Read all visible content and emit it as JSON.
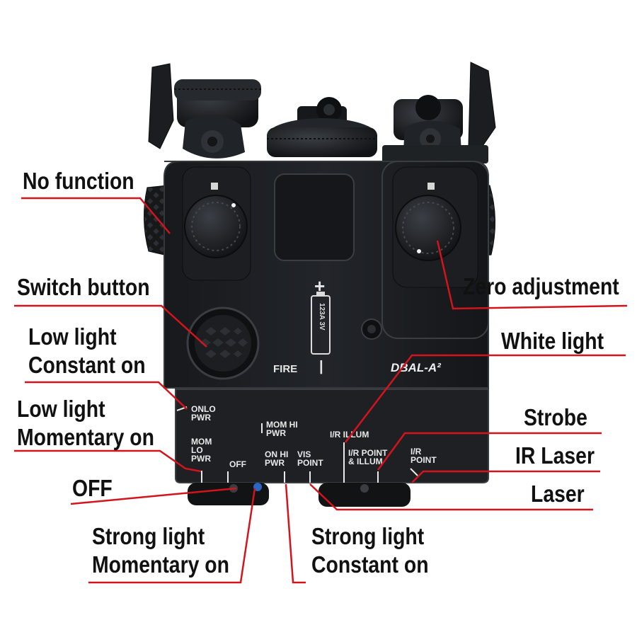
{
  "colors": {
    "leader": "#d3141c",
    "device": "#1a1c1f",
    "device_edge": "#34373b",
    "marking": "#e9e9e9"
  },
  "callouts": {
    "no_function": [
      "No function"
    ],
    "switch_button": [
      "Switch button"
    ],
    "low_const": [
      "Low light",
      "Constant on"
    ],
    "low_mom": [
      "Low light",
      "Momentary on"
    ],
    "off": [
      "OFF"
    ],
    "strong_mom": [
      "Strong light",
      "Momentary on"
    ],
    "strong_const": [
      "Strong light",
      "Constant on"
    ],
    "zero_adjust": [
      "Zero adjustment"
    ],
    "white_light": [
      "White light"
    ],
    "strobe": [
      "Strobe"
    ],
    "ir_laser": [
      "IR Laser"
    ],
    "laser": [
      "Laser"
    ]
  },
  "device": {
    "model": "DBAL-A²",
    "fire": "FIRE",
    "battery_plus": "+",
    "battery_minus": "|",
    "battery_text": "123A  3V",
    "selector_marks": {
      "onlo_pwr": [
        "ONLO",
        "PWR"
      ],
      "mom_lo_pwr": [
        "MOM",
        "LO",
        "PWR"
      ],
      "off": [
        "OFF"
      ],
      "mom_hi_pwr": [
        "MOM HI",
        "PWR"
      ],
      "on_hi_pwr": [
        "ON HI",
        "PWR"
      ],
      "vis_point": [
        "VIS",
        "POINT"
      ],
      "ir_illum": [
        "I/R ILLUM"
      ],
      "ir_point_illum": [
        "I/R POINT",
        "& ILLUM"
      ],
      "ir_point": [
        "I/R",
        "POINT"
      ]
    }
  }
}
